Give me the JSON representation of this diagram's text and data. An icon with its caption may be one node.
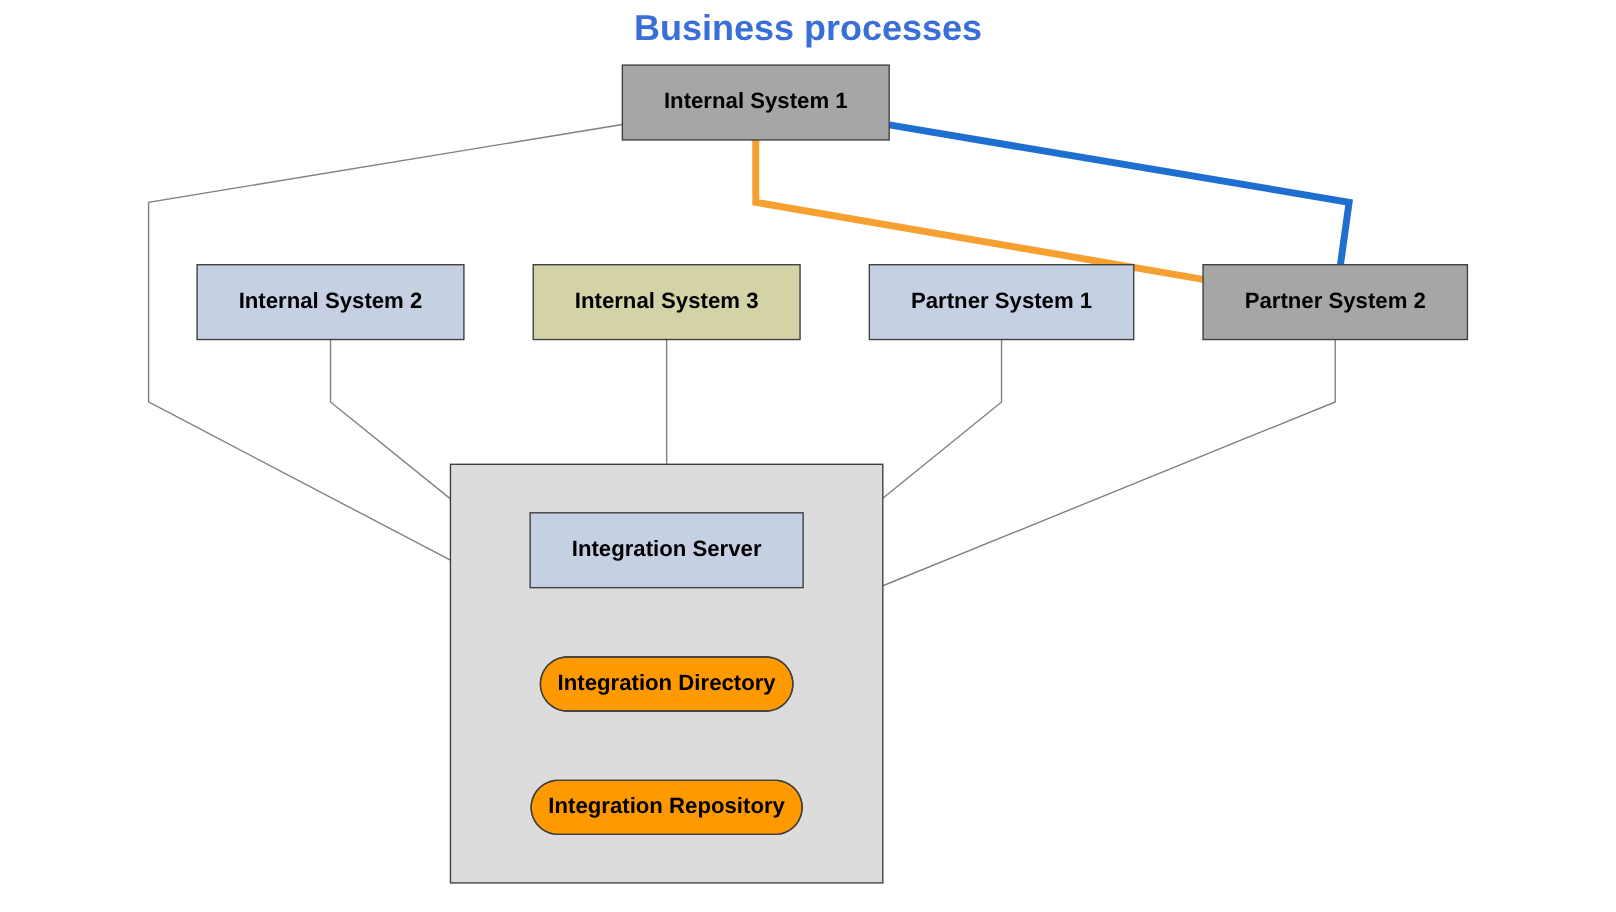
{
  "diagram": {
    "title": "Business processes",
    "nodes": [
      {
        "text": [
          "Internal System 1"
        ]
      },
      {
        "text": [
          "Internal System 2"
        ]
      },
      {
        "text": [
          "Internal System 3"
        ]
      },
      {
        "text": [
          "Partner System 1"
        ]
      },
      {
        "text": [
          "Partner System 2"
        ]
      },
      {
        "text": [],
        "shape": "box"
      },
      {
        "text": [
          "Integration Server"
        ],
        "in": 5
      },
      {
        "text": [
          "Integration Directory"
        ],
        "in": 5
      },
      {
        "text": [
          "Integration Repository"
        ],
        "in": 5
      }
    ],
    "edges": [
      {
        "from": 0,
        "to": 5,
        "arrow": "none"
      },
      {
        "from": 1,
        "to": 5,
        "arrow": "none"
      },
      {
        "from": 2,
        "to": 5,
        "arrow": "none"
      },
      {
        "from": 3,
        "to": 5,
        "arrow": "none"
      },
      {
        "from": 4,
        "to": 5,
        "arrow": "none"
      },
      {
        "from": 0,
        "to": 4,
        "arrow": "none",
        "style": "thick",
        "color": "#f5a030"
      },
      {
        "from": 0,
        "to": 4,
        "arrow": "none",
        "style": "thick",
        "color": "#1f6fd0"
      }
    ]
  }
}
